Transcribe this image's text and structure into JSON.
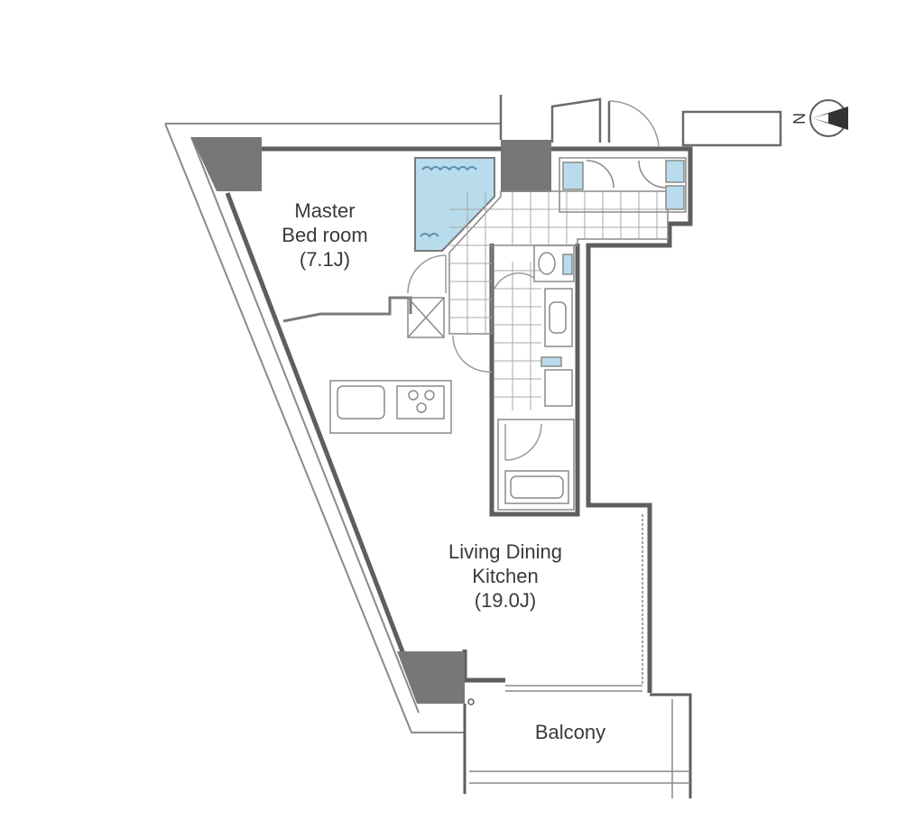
{
  "rooms": {
    "master_bedroom": {
      "name_line1": "Master",
      "name_line2": "Bed room",
      "size": "(7.1J)"
    },
    "living_dining_kitchen": {
      "name_line1": "Living Dining",
      "name_line2": "Kitchen",
      "size": "(19.0J)"
    },
    "balcony": {
      "name": "Balcony"
    }
  },
  "compass": {
    "letter": "N"
  },
  "colors": {
    "wall": "#5e5e5e",
    "column": "#777777",
    "bath_tile": "#b9dcec",
    "line": "#9a9a9a",
    "text": "#3a3a3a"
  }
}
